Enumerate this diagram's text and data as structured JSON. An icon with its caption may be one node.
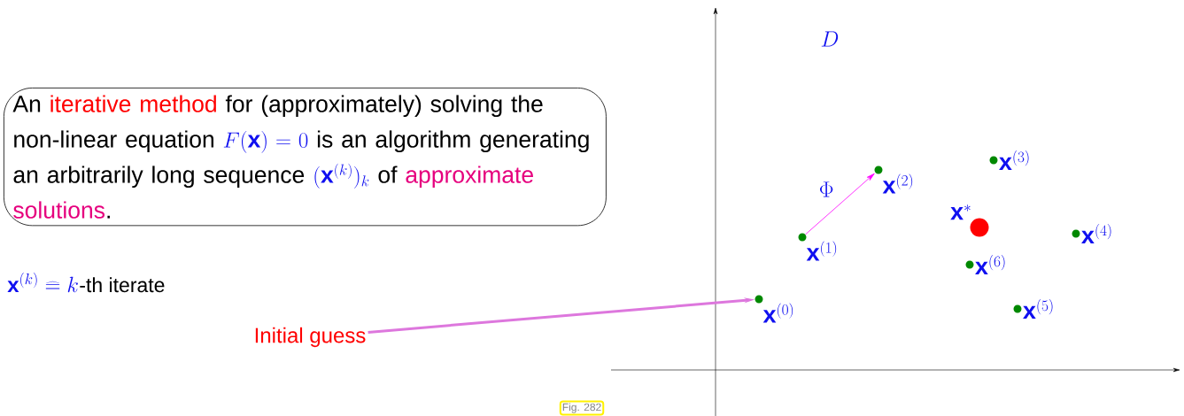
{
  "diagram": {
    "nodes": [
      {
        "text": [
          "An",
          "iterative method",
          "for (approximately) solving the non-linear equation",
          "F(\\mathbf{x}) = 0",
          "is an algorithm generating an arbitrarily long sequence",
          "(\\mathbf{x}^{(k)})_{k}",
          "of",
          "approximate solutions",
          "."
        ]
      },
      {
        "text": [
          "Initial guess"
        ]
      },
      {
        "text": [
          "\\mathbf{x}^{(0)}"
        ]
      },
      {
        "text": [
          "\\mathbf{x}^{(1)}"
        ]
      },
      {
        "text": [
          "\\mathbf{x}^{(2)}"
        ]
      },
      {
        "text": [
          "\\mathbf{x}^{(3)}"
        ]
      },
      {
        "text": [
          "\\mathbf{x}^{*}"
        ]
      },
      {
        "text": [
          "\\mathbf{x}^{(4)}"
        ]
      },
      {
        "text": [
          "\\mathbf{x}^{(6)}"
        ]
      },
      {
        "text": [
          "\\mathbf{x}^{(5)}"
        ]
      }
    ],
    "edges": [
      {
        "from": 1,
        "to": 2,
        "arrow": "to",
        "style": "thick",
        "color": "#dd77dd"
      },
      {
        "from": 3,
        "to": 4,
        "arrow": "to",
        "label": "\\Phi",
        "color": "#ff00ff"
      }
    ],
    "labels": [
      "D",
      "\\mathbf{x}^{(k)} \\mathrel{\\widehat{=}} k",
      "-th iterate",
      "Fig. 282"
    ]
  }
}
